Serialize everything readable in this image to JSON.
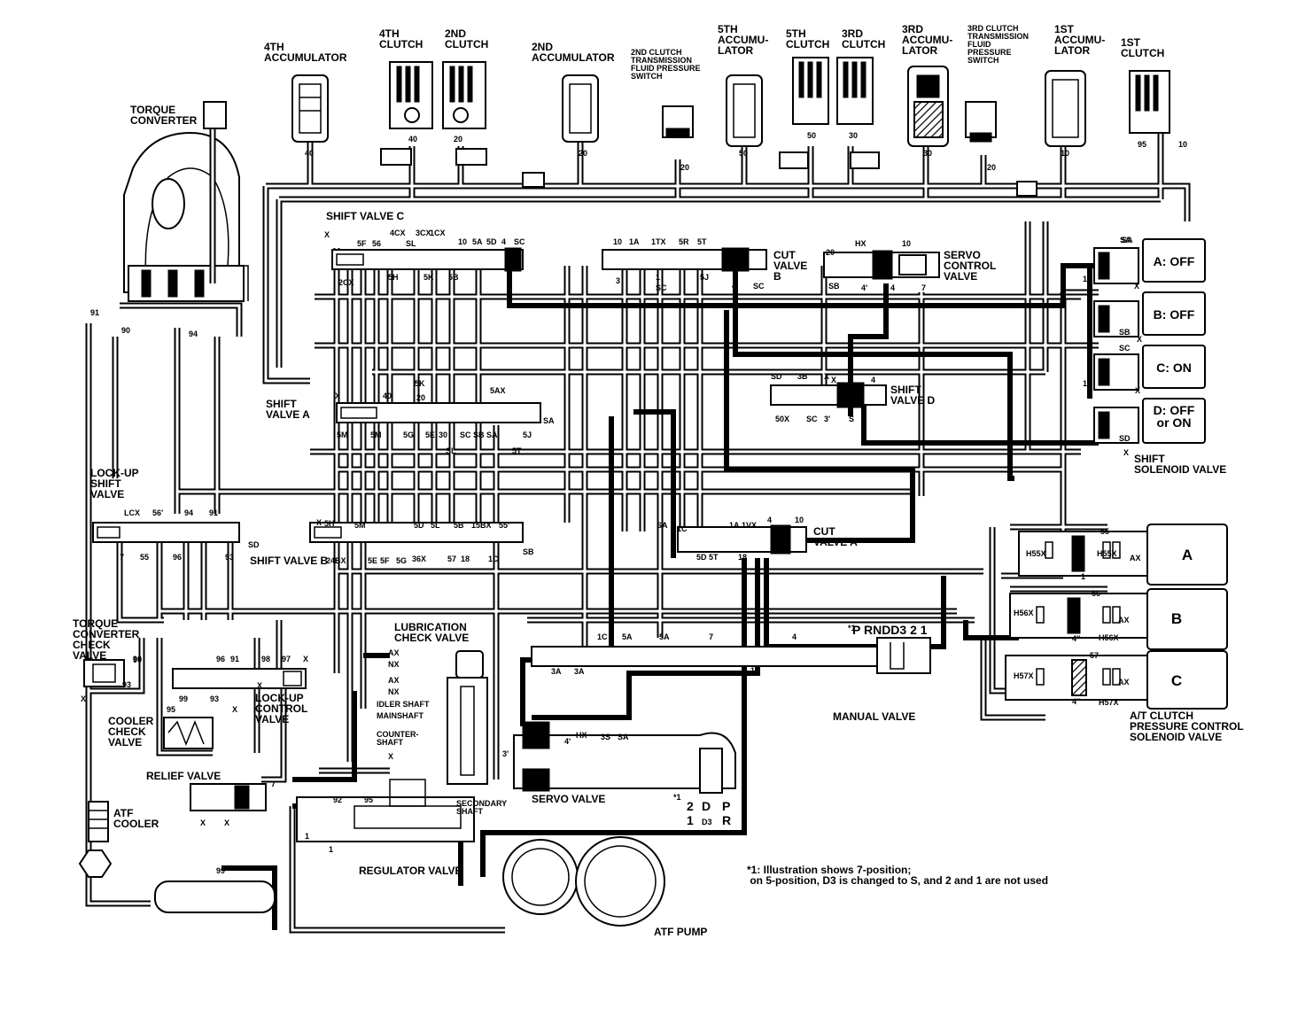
{
  "components": {
    "torque_converter": "TORQUE\nCONVERTER",
    "accumulator_4th": "4TH\nACCUMULATOR",
    "clutch_4th": "4TH\nCLUTCH",
    "clutch_2nd": "2ND\nCLUTCH",
    "accumulator_2nd": "2ND\nACCUMULATOR",
    "switch_2nd": "2ND CLUTCH\nTRANSMISSION\nFLUID PRESSURE\nSWITCH",
    "accumulator_5th": "5TH\nACCUMU-\nLATOR",
    "clutch_5th": "5TH\nCLUTCH",
    "clutch_3rd": "3RD\nCLUTCH",
    "accumulator_3rd": "3RD\nACCUMU-\nLATOR",
    "switch_3rd": "3RD CLUTCH\nTRANSMISSION\nFLUID\nPRESSURE\nSWITCH",
    "accumulator_1st": "1ST\nACCUMU-\nLATOR",
    "clutch_1st": "1ST\nCLUTCH",
    "shift_valve_c": "SHIFT VALVE C",
    "cut_valve_b": "CUT\nVALVE\nB",
    "servo_control_valve": "SERVO\nCONTROL\nVALVE",
    "shift_valve_a": "SHIFT\nVALVE A",
    "shift_valve_d": "SHIFT\nVALVE D",
    "lockup_shift_valve": "LOCK-UP\nSHIFT\nVALVE",
    "shift_valve_b": "SHIFT VALVE B",
    "cut_valve_a": "CUT\nVALVE A",
    "torque_converter_check_valve": "TORQUE\nCONVERTER\nCHECK\nVALVE",
    "lubrication_check_valve": "LUBRICATION\nCHECK VALVE",
    "cooler_check_valve": "COOLER\nCHECK\nVALVE",
    "lockup_control_valve": "LOCK-UP\nCONTROL\nVALVE",
    "manual_valve": "MANUAL VALVE",
    "relief_valve": "RELIEF VALVE",
    "atf_cooler": "ATF\nCOOLER",
    "servo_valve": "SERVO VALVE",
    "secondary_shaft": "SECONDARY\nSHAFT",
    "regulator_valve": "REGULATOR VALVE",
    "atf_pump": "ATF PUMP",
    "shift_solenoid_valve": "SHIFT\nSOLENOID VALVE",
    "at_clutch_pressure_control": "A/T CLUTCH\nPRESSURE CONTROL\nSOLENOID VALVE"
  },
  "solenoids": [
    {
      "label": "A: OFF"
    },
    {
      "label": "B: OFF"
    },
    {
      "label": "C: ON"
    },
    {
      "label": "D: OFF\nor ON"
    }
  ],
  "pressure_boxes": [
    "A",
    "B",
    "C"
  ],
  "lube_labels": [
    "AX",
    "NX",
    "AX",
    "NX",
    "IDLER SHAFT",
    "MAINSHAFT",
    "COUNTER-\nSHAFT",
    "X"
  ],
  "manual_positions": "P RNDD3 2 1",
  "manual_sub": [
    "*1",
    "2",
    "1",
    "D",
    "D3",
    "P",
    "R"
  ],
  "footnote": "*1: Illustration shows 7-position;\n    on 5-position, D3 is changed to S, and 2 and 1 are not used",
  "port_labels": {
    "scv": [
      "X",
      "5F",
      "56",
      "4CX",
      "3CX",
      "1CX",
      "10",
      "5A",
      "5D",
      "4",
      "SC",
      "2CX",
      "5H",
      "5K",
      "5B",
      "SL"
    ],
    "cvb": [
      "10",
      "1A",
      "1TX",
      "5R",
      "5T",
      "3",
      "1",
      "SC",
      "5J",
      "4",
      "SC"
    ],
    "svc": [
      "20",
      "HX",
      "10",
      "SB",
      "4'",
      "4",
      "7",
      "SA"
    ],
    "sva": [
      "X",
      "40",
      "5K",
      "20",
      "5AX",
      "5M",
      "5M",
      "5G",
      "5E",
      "30",
      "SC",
      "SB",
      "SA",
      "5J",
      "SA",
      "SL",
      "5T"
    ],
    "svd": [
      "SD",
      "3B",
      "X",
      "X",
      "4",
      "50X",
      "SC",
      "3'",
      "S"
    ],
    "lus": [
      "LCX",
      "56'",
      "94",
      "91",
      "7",
      "55",
      "96",
      "93",
      "SD"
    ],
    "svb": [
      "X",
      "5H",
      "5M",
      "5D",
      "5L",
      "5B",
      "15BX",
      "55'",
      "24BX",
      "5E",
      "5F",
      "5G",
      "36X",
      "57",
      "18",
      "1C",
      "SB"
    ],
    "cva": [
      "SA",
      "1C",
      "1A",
      "1VX",
      "4",
      "10",
      "5D",
      "5T",
      "18"
    ],
    "tc": [
      "91",
      "90",
      "94"
    ],
    "solenoid_ports": [
      "SA",
      "X",
      "1",
      "SB",
      "X",
      "SC",
      "1",
      "X",
      "SD",
      "X"
    ],
    "pc_ports": [
      "55",
      "H55X",
      "1",
      "H55X",
      "56",
      "H56X",
      "4''",
      "H56X",
      "57",
      "H57X",
      "4''",
      "H57X",
      "AX",
      "AX",
      "AX"
    ],
    "manual": [
      "1C",
      "5A",
      "5A",
      "7",
      "4",
      "3A",
      "3A",
      "1",
      "*1"
    ],
    "lcv": [
      "90",
      "96",
      "91",
      "98",
      "97",
      "X",
      "99",
      "93",
      "X",
      "X"
    ],
    "servo": [
      "4",
      "4'",
      "HX",
      "3'",
      "3S",
      "SA"
    ],
    "misc": [
      "90",
      "93",
      "X",
      "95",
      "7",
      "92",
      "95",
      "1",
      "1",
      "99",
      "X",
      "X"
    ],
    "acc_nums": [
      "40",
      "40",
      "20",
      "20",
      "20",
      "50",
      "50",
      "30",
      "30",
      "20",
      "10",
      "95",
      "10"
    ]
  }
}
